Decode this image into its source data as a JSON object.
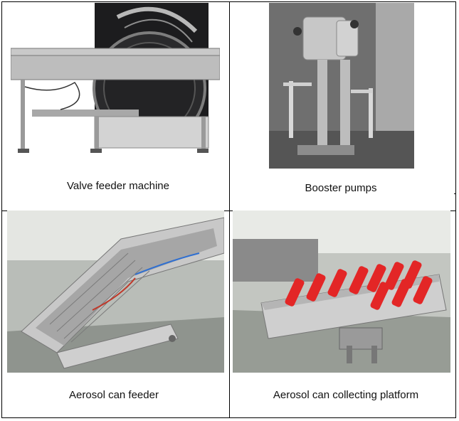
{
  "cells": [
    {
      "caption": "Valve feeder machine"
    },
    {
      "caption": "Booster pumps"
    },
    {
      "caption": "Aerosol can feeder"
    },
    {
      "caption": "Aerosol can collecting platform"
    }
  ]
}
